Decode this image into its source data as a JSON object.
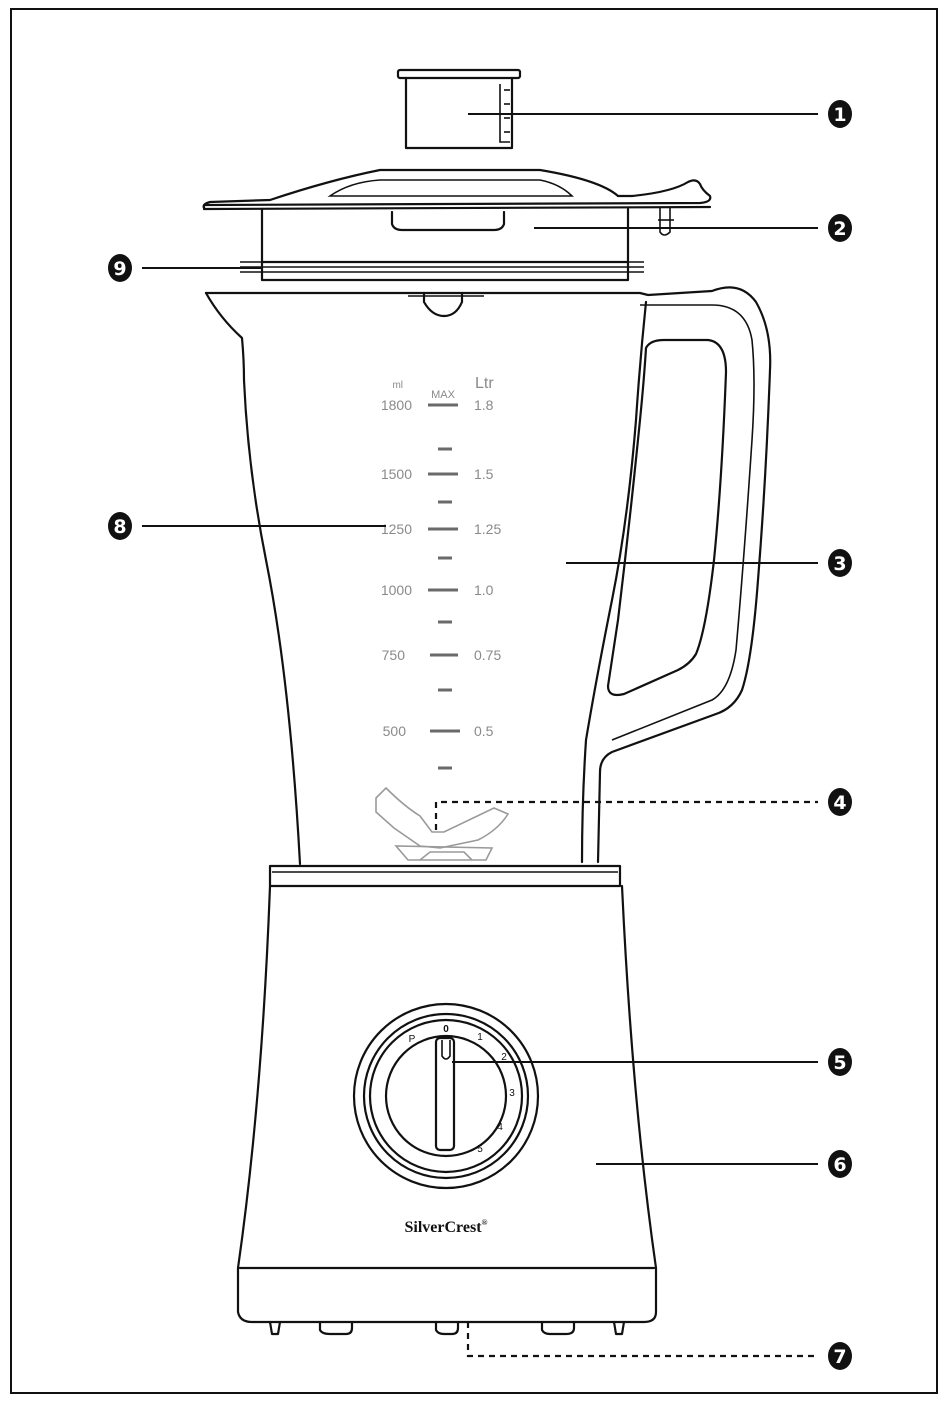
{
  "scale": {
    "unit_ml": "ml",
    "unit_l": "Ltr",
    "max_label": "MAX",
    "marks": [
      {
        "ml": "1800",
        "l": "1.8"
      },
      {
        "ml": "1500",
        "l": "1.5"
      },
      {
        "ml": "1250",
        "l": "1.25"
      },
      {
        "ml": "1000",
        "l": "1.0"
      },
      {
        "ml": "750",
        "l": "0.75"
      },
      {
        "ml": "500",
        "l": "0.5"
      }
    ]
  },
  "dial": {
    "positions": [
      "P",
      "0",
      "1",
      "2",
      "3",
      "4",
      "5"
    ]
  },
  "brand": {
    "name": "SilverCrest",
    "mark": "®"
  },
  "callouts": [
    "1",
    "2",
    "3",
    "4",
    "5",
    "6",
    "7",
    "8",
    "9"
  ]
}
